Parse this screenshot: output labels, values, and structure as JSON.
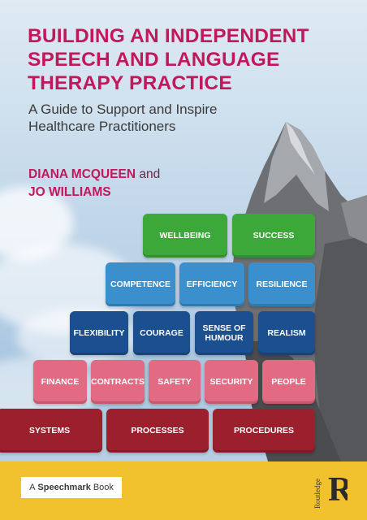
{
  "book": {
    "title": "BUILDING AN INDEPENDENT SPEECH AND LANGUAGE THERAPY PRACTICE",
    "subtitle": "A Guide to Support and Inspire Healthcare Practitioners",
    "author1": "DIANA MCQUEEN",
    "and": "and",
    "author2": "JO WILLIAMS"
  },
  "pyramid": {
    "row1": [
      "WELLBEING",
      "SUCCESS"
    ],
    "row2": [
      "COMPETENCE",
      "EFFICIENCY",
      "RESILIENCE"
    ],
    "row3": [
      "FLEXIBILITY",
      "COURAGE",
      "SENSE OF HUMOUR",
      "REALISM"
    ],
    "row4": [
      "FINANCE",
      "CONTRACTS",
      "SAFETY",
      "SECURITY",
      "PEOPLE"
    ],
    "row5": [
      "SYSTEMS",
      "PROCESSES",
      "PROCEDURES"
    ]
  },
  "footer": {
    "badge_prefix": "A",
    "badge_brand": "Speechmark",
    "badge_suffix": "Book",
    "publisher_logo": "R",
    "publisher_name": "Routledge"
  },
  "colors": {
    "title": "#c2185b",
    "footer": "#f2c12e",
    "green": "#3da83a",
    "light_blue": "#3b8fcc",
    "dark_blue": "#1c4f90",
    "pink": "#e26a82",
    "dark_red": "#9c1f2e"
  }
}
